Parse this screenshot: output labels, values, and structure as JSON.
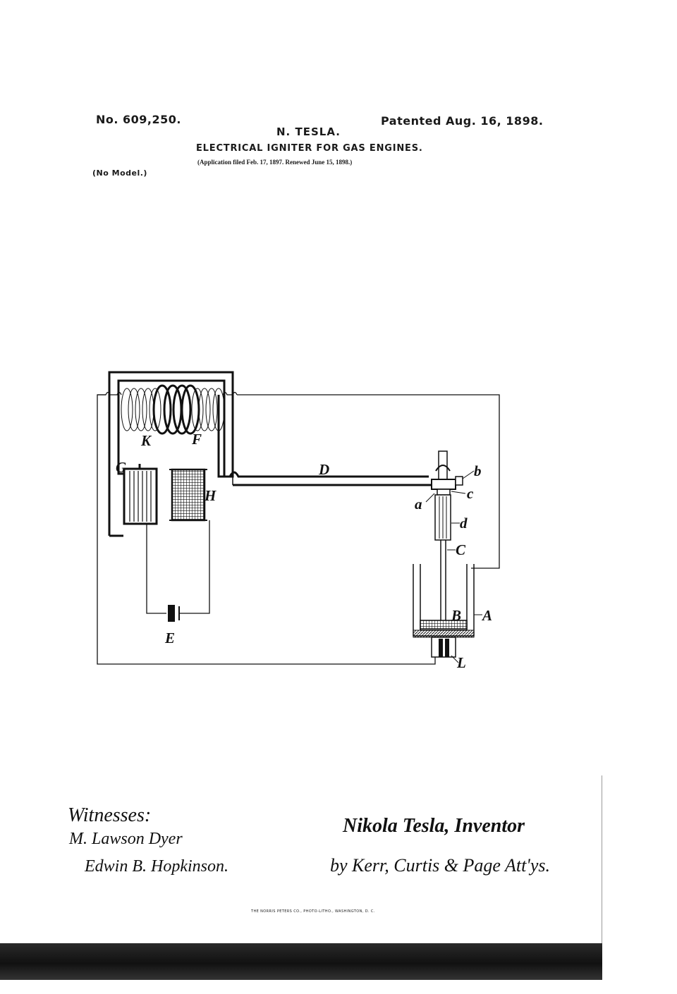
{
  "header": {
    "patent_number": "No. 609,250.",
    "patent_date": "Patented Aug. 16, 1898.",
    "inventor": "N. TESLA.",
    "title": "ELECTRICAL IGNITER FOR GAS ENGINES.",
    "application": "(Application filed Feb. 17, 1897. Renewed June 15, 1898.)",
    "model": "(No Model.)"
  },
  "diagram": {
    "labels": {
      "K": "K",
      "F": "F",
      "G": "G",
      "H": "H",
      "D": "D",
      "b": "b",
      "c": "c",
      "a": "a",
      "d": "d",
      "C": "C",
      "B": "B",
      "A": "A",
      "L": "L",
      "E": "E"
    }
  },
  "signatures": {
    "witnesses_label": "Witnesses:",
    "witness_1": "M. Lawson Dyer",
    "witness_2": "Edwin B. Hopkinson.",
    "inventor_signature": "Nikola Tesla, Inventor",
    "attorneys": "by Kerr, Curtis & Page Att'ys."
  },
  "footer": {
    "printer": "THE NORRIS PETERS CO., PHOTO-LITHO., WASHINGTON, D. C."
  }
}
